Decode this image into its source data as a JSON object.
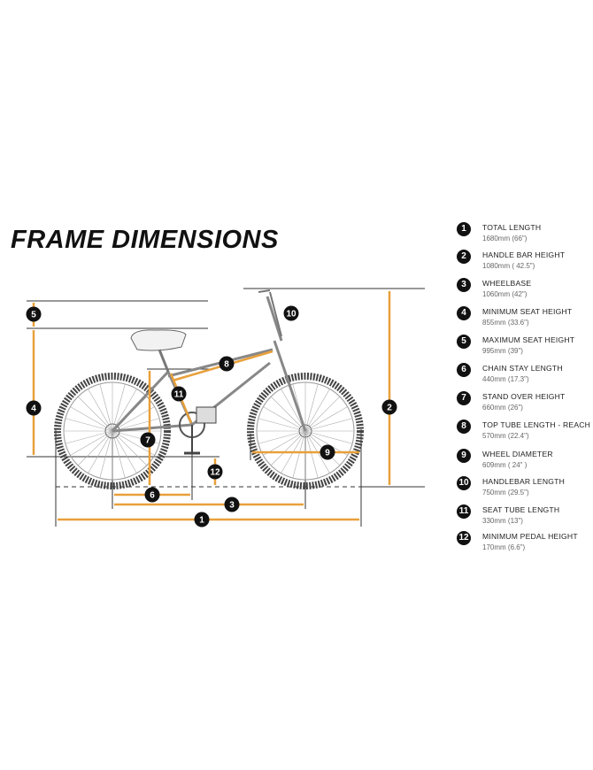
{
  "title": "FRAME DIMENSIONS",
  "accent_color": "#e8a03a",
  "legend": [
    {
      "num": "1",
      "name": "TOTAL LENGTH",
      "value": "1680mm (66\")"
    },
    {
      "num": "2",
      "name": "HANDLE BAR HEIGHT",
      "value": "1080mm ( 42.5\")"
    },
    {
      "num": "3",
      "name": "WHEELBASE",
      "value": "1060mm (42\")"
    },
    {
      "num": "4",
      "name": "MINIMUM SEAT HEIGHT",
      "value": "855mm (33.6\")"
    },
    {
      "num": "5",
      "name": "MAXIMUM SEAT HEIGHT",
      "value": "995mm (39\")"
    },
    {
      "num": "6",
      "name": "CHAIN STAY LENGTH",
      "value": "440mm (17.3\")"
    },
    {
      "num": "7",
      "name": "STAND OVER HEIGHT",
      "value": "660mm (26\")"
    },
    {
      "num": "8",
      "name": "TOP TUBE LENGTH - REACH",
      "value": "570mm (22.4\")"
    },
    {
      "num": "9",
      "name": "WHEEL DIAMETER",
      "value": "609mm ( 24\" )"
    },
    {
      "num": "10",
      "name": "HANDLEBAR LENGTH",
      "value": "750mm (29.5\")"
    },
    {
      "num": "11",
      "name": "SEAT TUBE LENGTH",
      "value": "330mm (13\")"
    },
    {
      "num": "12",
      "name": "MINIMUM PEDAL HEIGHT",
      "value": "170mm (6.6\")"
    }
  ]
}
